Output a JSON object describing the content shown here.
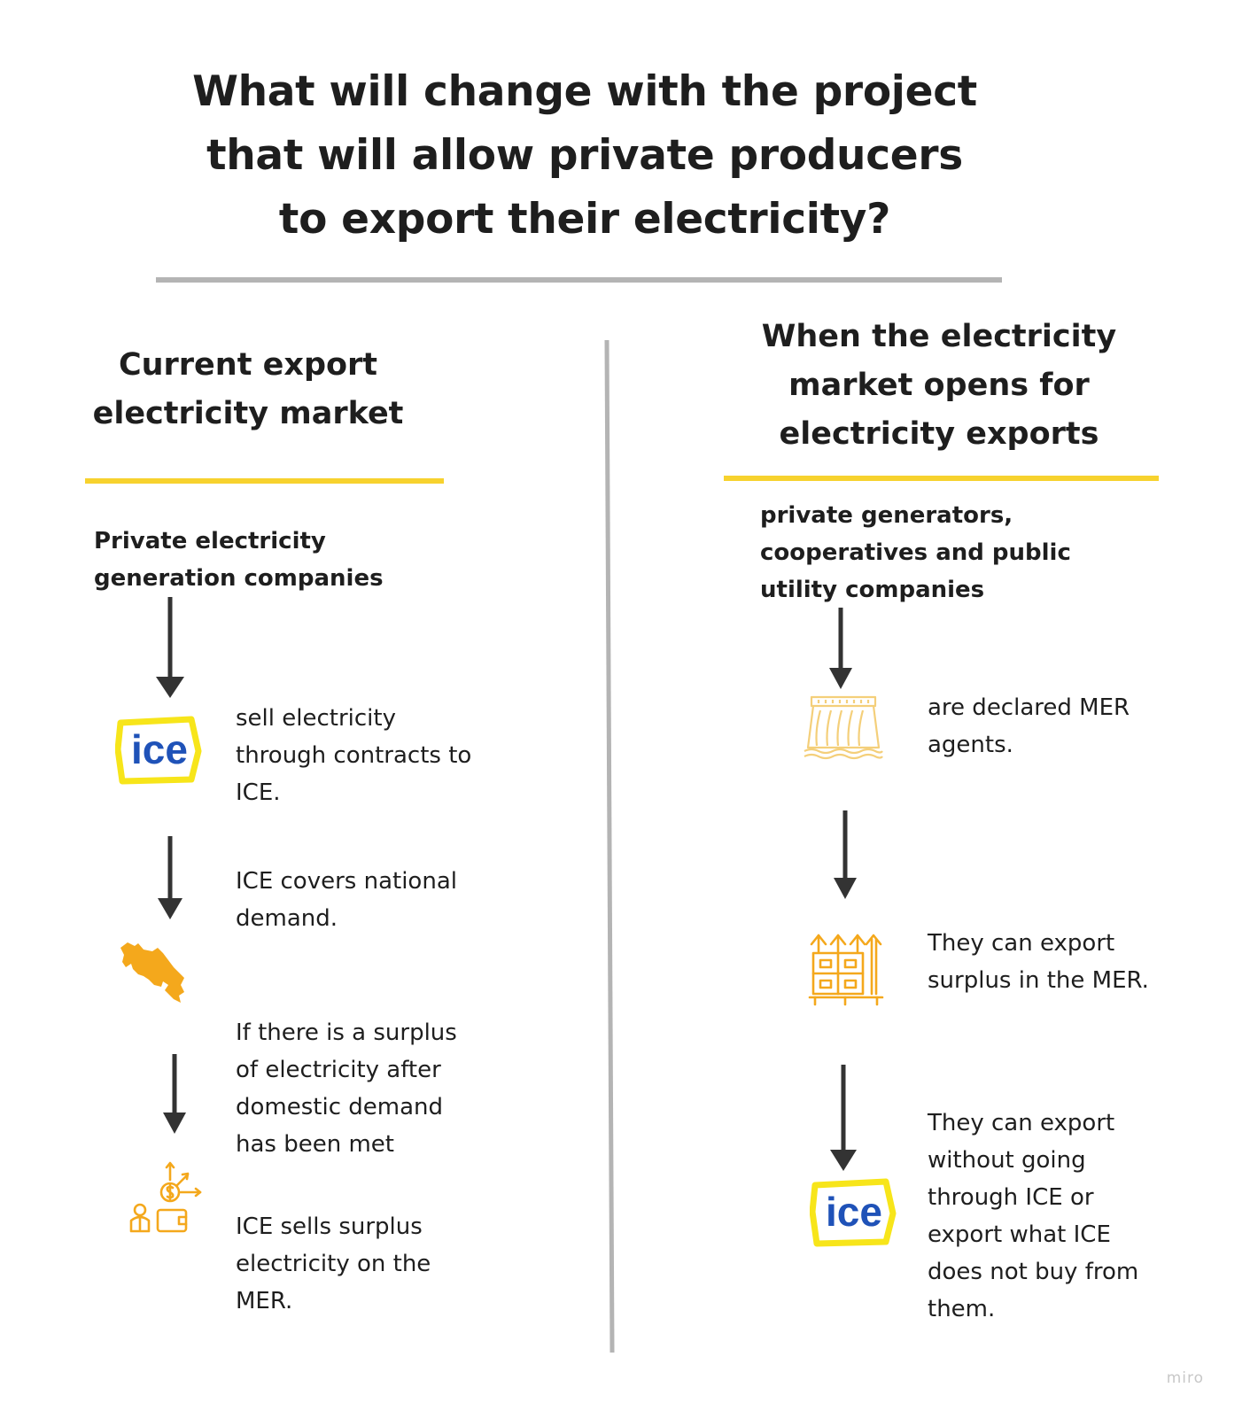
{
  "title": "What will change with the project\nthat will allow private producers\nto export their electricity?",
  "left": {
    "heading": "Current export\nelectricity market",
    "actor": "Private electricity\ngeneration companies",
    "steps": [
      "sell electricity\nthrough contracts to\nICE.",
      "ICE covers national\ndemand.",
      "If there is a surplus\nof electricity after\ndomestic demand\nhas been met",
      "ICE sells surplus\nelectricity on the\nMER."
    ]
  },
  "right": {
    "heading": "When the electricity\nmarket opens for\nelectricity exports",
    "actor": "private generators,\ncooperatives and public\nutility companies",
    "steps": [
      "are declared MER\nagents.",
      "They can export\nsurplus in the MER.",
      "They can export\nwithout going\nthrough ICE or\nexport what ICE\ndoes not buy from\nthem."
    ]
  },
  "logo": {
    "text": "ice"
  },
  "watermark": "miro",
  "icons": [
    "ice-logo",
    "costa-rica-map-icon",
    "money-export-icon",
    "hydroelectric-dam-icon",
    "export-boxes-icon"
  ],
  "colors": {
    "accent": "#f7d22e",
    "icon": "#f4a81c",
    "divider": "#b4b4b4",
    "logo_blue": "#1f52b8",
    "arrow": "#333333"
  }
}
